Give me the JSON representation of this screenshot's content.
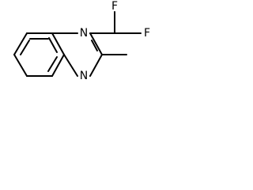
{
  "molecule": {
    "atoms": {
      "n_top": "N",
      "n_bottom": "N",
      "f_upper_left": "F",
      "f_right": "F"
    }
  }
}
